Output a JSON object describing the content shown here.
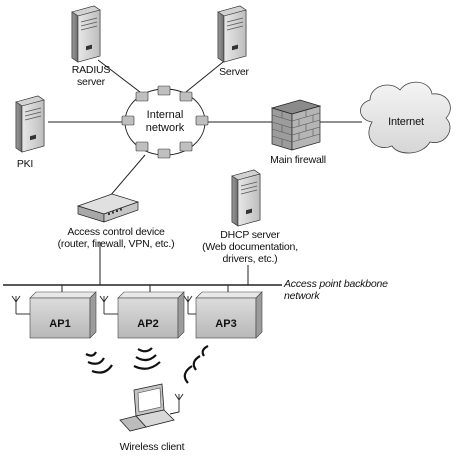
{
  "nodes": {
    "radius": {
      "label_line1": "RADIUS",
      "label_line2": "server"
    },
    "server": {
      "label": "Server"
    },
    "internal_network": {
      "label_line1": "Internal",
      "label_line2": "network"
    },
    "pki": {
      "label": "PKI"
    },
    "main_firewall": {
      "label": "Main firewall"
    },
    "internet": {
      "label": "Internet"
    },
    "access_control": {
      "label_line1": "Access control device",
      "label_line2": "(router, firewall, VPN, etc.)"
    },
    "dhcp": {
      "label_line1": "DHCP server",
      "label_line2": "(Web documentation,",
      "label_line3": "drivers, etc.)"
    },
    "backbone": {
      "label_line1": "Access point backbone",
      "label_line2": "network"
    },
    "ap1": {
      "label": "AP1"
    },
    "ap2": {
      "label": "AP2"
    },
    "ap3": {
      "label": "AP3"
    },
    "wireless_client": {
      "label": "Wireless client"
    }
  }
}
